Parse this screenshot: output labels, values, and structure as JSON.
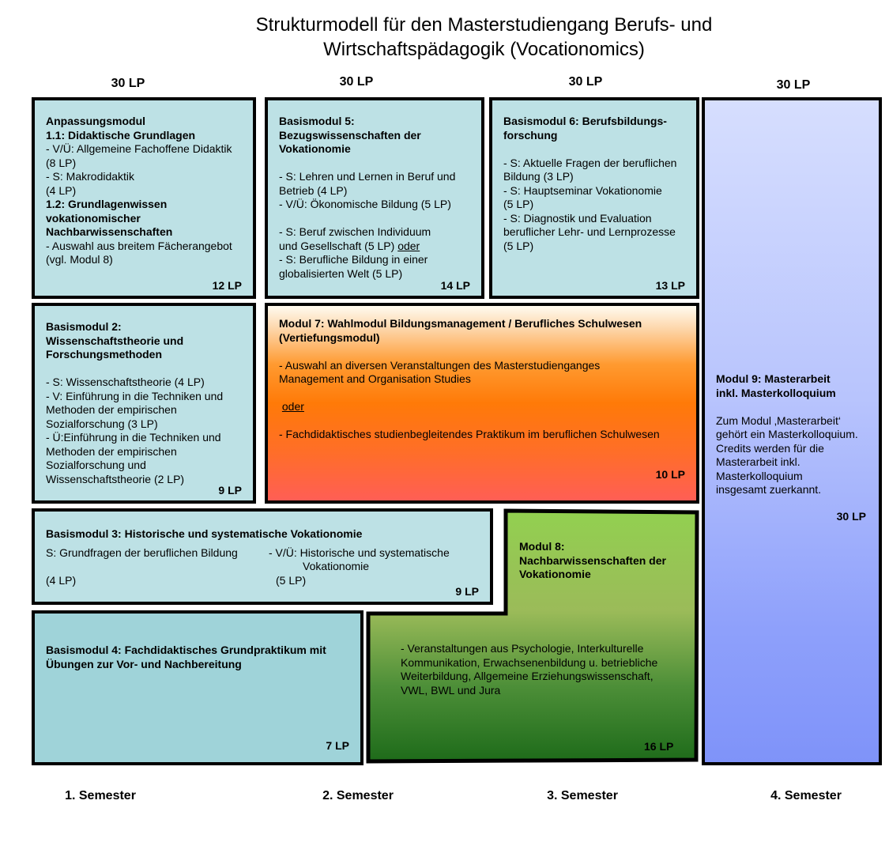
{
  "title": {
    "line1": "Strukturmodell für den Masterstudiengang Berufs- und",
    "line2": "Wirtschaftspädagogik (Vocationomics)"
  },
  "semester_credits": [
    "30 LP",
    "30 LP",
    "30 LP",
    "30 LP"
  ],
  "semesters": [
    "1. Semester",
    "2. Semester",
    "3. Semester",
    "4. Semester"
  ],
  "colors": {
    "base_module": "#bde1e5",
    "module4": "#9fd3d9",
    "module7_gradient": [
      "#fffbf0",
      "#ff7a08",
      "#ff5e55"
    ],
    "module8_gradient": [
      "#92d050",
      "#9bbb59",
      "#1e6b1a"
    ],
    "module9_gradient": [
      "#d6defe",
      "#7f93f9"
    ],
    "border": "#000000"
  },
  "modules": {
    "anpassung": {
      "title": "Anpassungsmodul",
      "sub1": "1.1: Didaktische Grundlagen",
      "item1": "- V/Ü: Allgemeine Fachoffene Didaktik",
      "item1_lp": "(8 LP)",
      "item2": "- S: Makrodidaktik",
      "item2_lp": "(4 LP)",
      "sub2_l1": "1.2: Grundlagenwissen",
      "sub2_l2": "vokationomischer",
      "sub2_l3": "Nachbarwissenschaften",
      "item3": "- Auswahl aus breitem Fächerangebot",
      "item3_b": "(vgl. Modul 8)",
      "credits": "12 LP"
    },
    "m2": {
      "title_l1": "Basismodul 2:",
      "title_l2": "Wissenschaftstheorie und",
      "title_l3": "Forschungsmethoden",
      "lines": [
        "- S: Wissenschaftstheorie (4 LP)",
        "- V: Einführung in die Techniken und",
        "Methoden der empirischen",
        "Sozialforschung (3 LP)",
        "- Ü:Einführung in die Techniken und",
        "Methoden der empirischen",
        "Sozialforschung und",
        "Wissenschaftstheorie (2 LP)"
      ],
      "credits": "9 LP"
    },
    "m3": {
      "title": "Basismodul 3: Historische und systematische Vokationomie",
      "left_course": "S: Grundfragen der beruflichen Bildung",
      "left_lp": "(4 LP)",
      "right_course_l1": "- V/Ü: Historische und systematische",
      "right_course_l2": "Vokationomie",
      "right_lp": "(5 LP)",
      "credits": "9 LP"
    },
    "m4": {
      "title_l1": "Basismodul 4: Fachdidaktisches Grundpraktikum mit",
      "title_l2": "Übungen zur Vor- und Nachbereitung",
      "credits": "7 LP"
    },
    "m5": {
      "title_l1": "Basismodul 5:",
      "title_l2": "Bezugswissenschaften der",
      "title_l3": "Vokationomie",
      "lines_a": [
        "- S: Lehren und Lernen in Beruf und",
        "Betrieb (4 LP)",
        "- V/Ü: Ökonomische Bildung (5 LP)"
      ],
      "line_b1": "- S: Beruf zwischen Individuum",
      "line_b2": "und Gesellschaft (5 LP)",
      "or": "oder",
      "line_b3": "- S: Berufliche Bildung in einer",
      "line_b4": "globalisierten Welt (5 LP)",
      "credits": "14 LP"
    },
    "m6": {
      "title_l1": "Basismodul 6: Berufsbildungs-",
      "title_l2": "forschung",
      "lines": [
        "- S: Aktuelle Fragen der beruflichen",
        "Bildung (3 LP)",
        "- S: Hauptseminar Vokationomie",
        "(5 LP)",
        "- S: Diagnostik und Evaluation",
        "beruflicher Lehr- und Lernprozesse",
        "(5 LP)"
      ],
      "credits": "13 LP"
    },
    "m7": {
      "title_l1": "Modul 7: Wahlmodul Bildungsmanagement / Berufliches Schulwesen",
      "title_l2": "(Vertiefungsmodul)",
      "opt1_l1": "- Auswahl an diversen Veranstaltungen des Masterstudienganges",
      "opt1_l2": "Management and Organisation Studies",
      "or": "oder",
      "opt2": "- Fachdidaktisches studienbegleitendes Praktikum  im beruflichen Schulwesen",
      "credits": "10 LP"
    },
    "m8": {
      "title_l1": "Modul 8:",
      "title_l2": "Nachbarwissenschaften der",
      "title_l3": "Vokationomie",
      "lines": [
        "- Veranstaltungen aus Psychologie, Interkulturelle",
        "Kommunikation, Erwachsenenbildung u. betriebliche",
        "Weiterbildung, Allgemeine Erziehungswissenschaft,",
        "VWL, BWL und Jura"
      ],
      "credits": "16 LP"
    },
    "m9": {
      "title_l1": "Modul 9: Masterarbeit",
      "title_l2": "inkl. Masterkolloquium",
      "lines": [
        "Zum Modul ‚Masterarbeit‘",
        "gehört ein Masterkolloquium.",
        "Credits werden für die",
        "Masterarbeit inkl.",
        "Masterkolloquium",
        "insgesamt zuerkannt."
      ],
      "credits": "30 LP"
    }
  }
}
